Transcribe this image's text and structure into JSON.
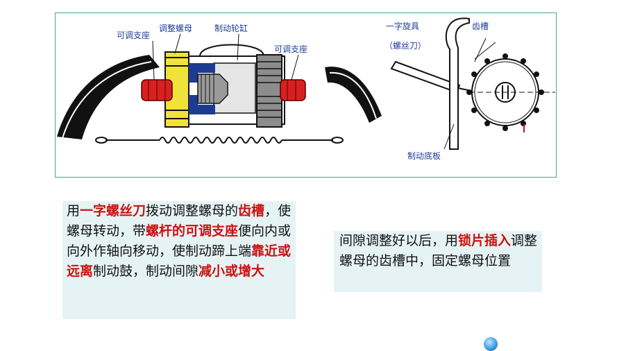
{
  "diagram": {
    "labels": {
      "adj_seat_left": "可调支座",
      "adj_nut": "调整螺母",
      "wheel_cylinder": "制动轮缸",
      "adj_seat_right": "可调支座",
      "screwdriver": "一字旋具",
      "screwdriver_alt": "（螺丝刀）",
      "teeth": "齿槽",
      "backing_plate": "制动底板"
    }
  },
  "text_box_1": {
    "p1": "用",
    "h1": "一字螺丝刀",
    "p2": "拨动调整螺母的",
    "h2": "齿槽",
    "p3": "，使螺母转动，带",
    "h3": "螺杆的可调支座",
    "p4": "便向内或向外作轴向移动，使制动蹄上端",
    "h4": "靠近或远离",
    "p5": "制动鼓，制动间隙",
    "h5": "减小或增大"
  },
  "text_box_2": {
    "p1": "间隙调整好以后，用",
    "h1": "锁片插入",
    "p2": "调整螺母的齿槽中，固定螺母位置"
  },
  "colors": {
    "frame": "#44a888",
    "label_text": "#1f3f9a",
    "highlight": "#cc1111",
    "box_bg": "#e6f3f4"
  }
}
